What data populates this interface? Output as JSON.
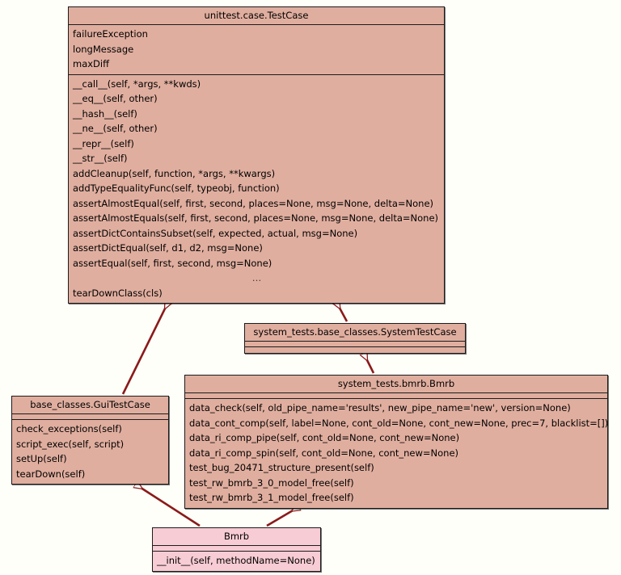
{
  "diagram": {
    "kind": "uml-class-inheritance-diagram",
    "colors": {
      "background": "#fdfff8",
      "class_fill": "#e0ae9f",
      "highlight_class_fill": "#f7ccd4",
      "border": "#1c1c1c",
      "edge": "#8b1a1a",
      "arrowhead_fill": "#ffffff"
    },
    "classes": [
      {
        "id": "testcase",
        "name": "unittest.case.TestCase",
        "attributes": [
          "failureException",
          "longMessage",
          "maxDiff"
        ],
        "methods": [
          "__call__(self, *args, **kwds)",
          "__eq__(self, other)",
          "__hash__(self)",
          "__ne__(self, other)",
          "__repr__(self)",
          "__str__(self)",
          "addCleanup(self, function, *args, **kwargs)",
          "addTypeEqualityFunc(self, typeobj, function)",
          "assertAlmostEqual(self, first, second, places=None, msg=None, delta=None)",
          "assertAlmostEquals(self, first, second, places=None, msg=None, delta=None)",
          "assertDictContainsSubset(self, expected, actual, msg=None)",
          "assertDictEqual(self, d1, d2, msg=None)",
          "assertEqual(self, first, second, msg=None)",
          "…",
          "tearDownClass(cls)"
        ]
      },
      {
        "id": "systemtestcase",
        "name": "system_tests.base_classes.SystemTestCase",
        "attributes": [],
        "methods": []
      },
      {
        "id": "bmrb-system",
        "name": "system_tests.bmrb.Bmrb",
        "attributes": [],
        "methods": [
          "data_check(self, old_pipe_name='results', new_pipe_name='new', version=None)",
          "data_cont_comp(self, label=None, cont_old=None, cont_new=None, prec=7, blacklist=[])",
          "data_ri_comp_pipe(self, cont_old=None, cont_new=None)",
          "data_ri_comp_spin(self, cont_old=None, cont_new=None)",
          "test_bug_20471_structure_present(self)",
          "test_rw_bmrb_3_0_model_free(self)",
          "test_rw_bmrb_3_1_model_free(self)"
        ]
      },
      {
        "id": "guitestcase",
        "name": "base_classes.GuiTestCase",
        "attributes": [],
        "methods": [
          "check_exceptions(self)",
          "script_exec(self, script)",
          "setUp(self)",
          "tearDown(self)"
        ]
      },
      {
        "id": "bmrb",
        "name": "Bmrb",
        "highlighted": true,
        "attributes": [],
        "methods": [
          "__init__(self, methodName=None)"
        ]
      }
    ],
    "inheritance_edges": [
      {
        "from": "guitestcase",
        "to": "testcase"
      },
      {
        "from": "systemtestcase",
        "to": "testcase"
      },
      {
        "from": "bmrb-system",
        "to": "systemtestcase"
      },
      {
        "from": "bmrb",
        "to": "guitestcase"
      },
      {
        "from": "bmrb",
        "to": "bmrb-system"
      }
    ]
  }
}
